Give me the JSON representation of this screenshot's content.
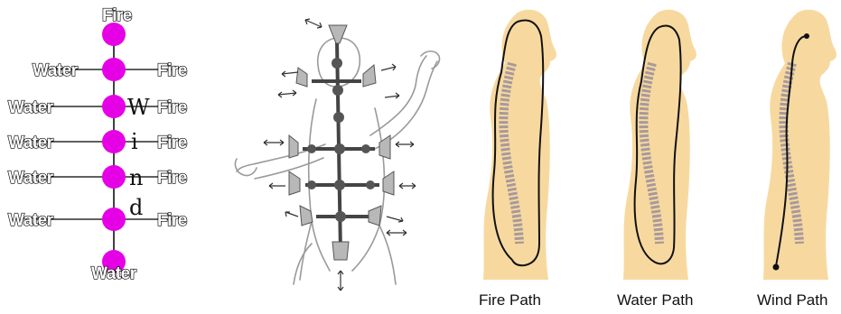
{
  "channel_diagram": {
    "top_label": "Fire",
    "bottom_label": "Water",
    "letters": [
      "W",
      "i",
      "n",
      "d"
    ],
    "rows": [
      {
        "left": "Water",
        "right": "Fire"
      },
      {
        "left": "Water",
        "right": "Fire"
      },
      {
        "left": "Water",
        "right": "Fire"
      },
      {
        "left": "Water",
        "right": "Fire"
      },
      {
        "left": "Water",
        "right": "Fire"
      }
    ],
    "node_color": "#e600e6",
    "line_color": "#000000"
  },
  "path_figures": [
    {
      "caption": "Fire Path"
    },
    {
      "caption": "Water Path"
    },
    {
      "caption": "Wind Path"
    }
  ],
  "colors": {
    "body_fill": "#f7d9a0",
    "spine": "#a89a9a",
    "path_line": "#111111"
  }
}
